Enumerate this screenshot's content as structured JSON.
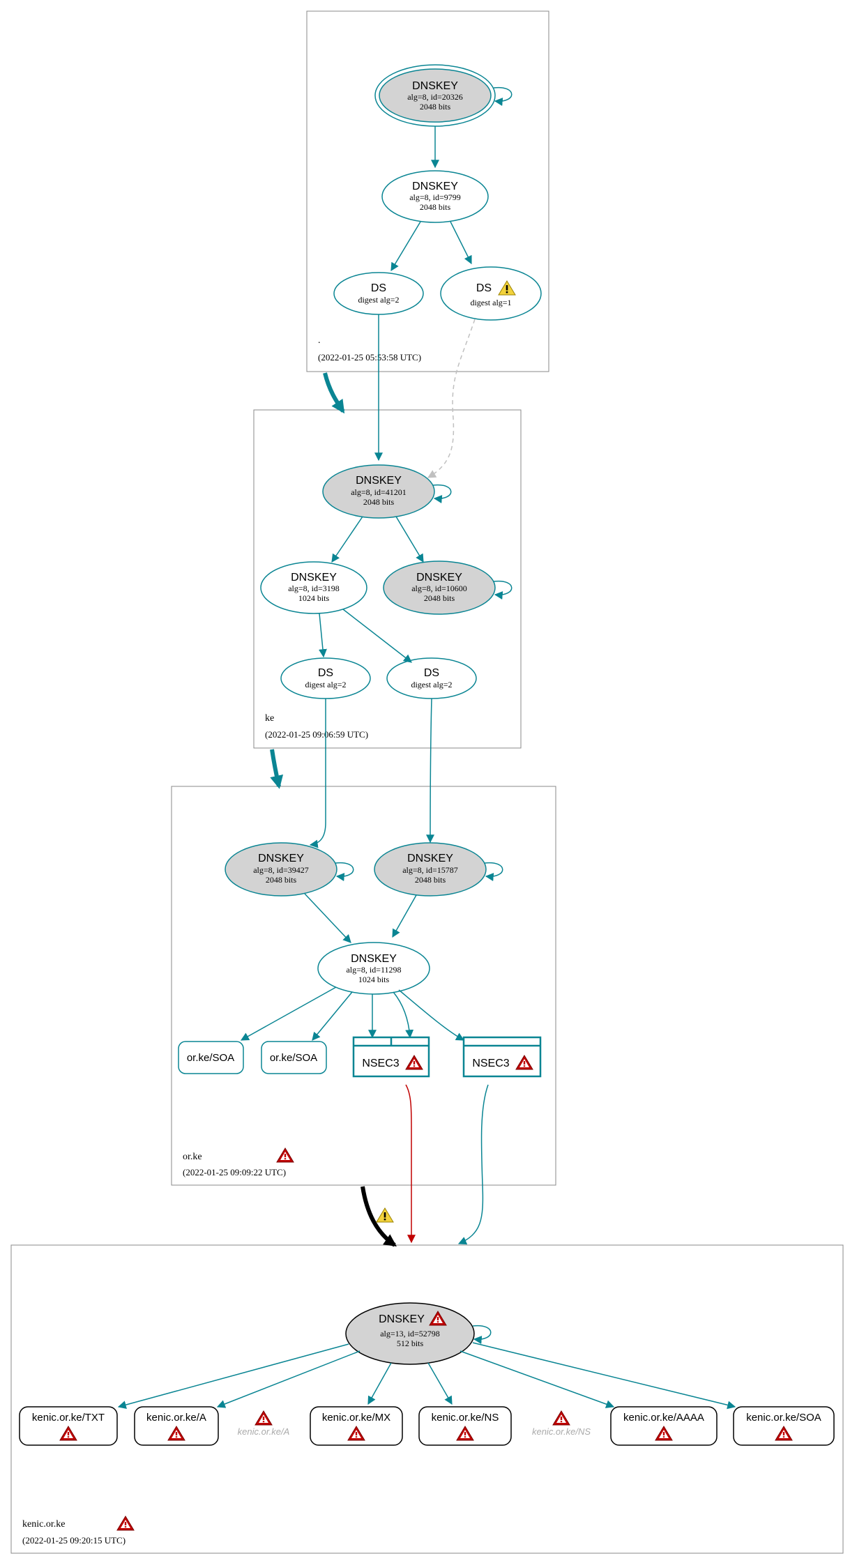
{
  "colors": {
    "edge": "#0a8593",
    "node_stroke": "#0a8593",
    "ksk_fill": "#d3d3d3",
    "error": "#c00000",
    "warning_fill": "#f2d23c",
    "black": "#000000",
    "zone_border": "#888888",
    "dashed": "#c0c0c0",
    "faded_text": "#aaaaaa"
  },
  "zones": {
    "root": {
      "name": ".",
      "timestamp": "(2022-01-25 05:53:58 UTC)"
    },
    "ke": {
      "name": "ke",
      "timestamp": "(2022-01-25 09:06:59 UTC)"
    },
    "orke": {
      "name": "or.ke",
      "timestamp": "(2022-01-25 09:09:22 UTC)",
      "status": "error"
    },
    "kenic": {
      "name": "kenic.or.ke",
      "timestamp": "(2022-01-25 09:20:15 UTC)",
      "status": "error"
    }
  },
  "nodes": {
    "root_ksk": {
      "title": "DNSKEY",
      "line1": "alg=8, id=20326",
      "line2": "2048 bits"
    },
    "root_zsk": {
      "title": "DNSKEY",
      "line1": "alg=8, id=9799",
      "line2": "2048 bits"
    },
    "root_ds_2": {
      "title": "DS",
      "line1": "digest alg=2"
    },
    "root_ds_1": {
      "title": "DS",
      "line1": "digest alg=1",
      "status": "warning"
    },
    "ke_ksk": {
      "title": "DNSKEY",
      "line1": "alg=8, id=41201",
      "line2": "2048 bits"
    },
    "ke_zsk": {
      "title": "DNSKEY",
      "line1": "alg=8, id=3198",
      "line2": "1024 bits"
    },
    "ke_key2": {
      "title": "DNSKEY",
      "line1": "alg=8, id=10600",
      "line2": "2048 bits"
    },
    "ke_ds_a": {
      "title": "DS",
      "line1": "digest alg=2"
    },
    "ke_ds_b": {
      "title": "DS",
      "line1": "digest alg=2"
    },
    "orke_ksk1": {
      "title": "DNSKEY",
      "line1": "alg=8, id=39427",
      "line2": "2048 bits"
    },
    "orke_ksk2": {
      "title": "DNSKEY",
      "line1": "alg=8, id=15787",
      "line2": "2048 bits"
    },
    "orke_zsk": {
      "title": "DNSKEY",
      "line1": "alg=8, id=11298",
      "line2": "1024 bits"
    },
    "orke_soa1": {
      "label": "or.ke/SOA"
    },
    "orke_soa2": {
      "label": "or.ke/SOA"
    },
    "orke_nsec3_a": {
      "label": "NSEC3",
      "status": "error"
    },
    "orke_nsec3_b": {
      "label": "NSEC3",
      "status": "error"
    },
    "kenic_key": {
      "title": "DNSKEY",
      "line1": "alg=13, id=52798",
      "line2": "512 bits",
      "status": "error"
    },
    "kenic_txt": {
      "label": "kenic.or.ke/TXT",
      "status": "error"
    },
    "kenic_a": {
      "label": "kenic.or.ke/A",
      "status": "error"
    },
    "kenic_a_missing": {
      "label": "kenic.or.ke/A",
      "status": "error"
    },
    "kenic_mx": {
      "label": "kenic.or.ke/MX",
      "status": "error"
    },
    "kenic_ns": {
      "label": "kenic.or.ke/NS",
      "status": "error"
    },
    "kenic_ns_missing": {
      "label": "kenic.or.ke/NS",
      "status": "error"
    },
    "kenic_aaaa": {
      "label": "kenic.or.ke/AAAA",
      "status": "error"
    },
    "kenic_soa": {
      "label": "kenic.or.ke/SOA",
      "status": "error"
    }
  },
  "delegations": {
    "root_to_ke": {
      "status": "secure"
    },
    "ke_to_orke": {
      "status": "secure"
    },
    "orke_to_kenic": {
      "status": "warning"
    }
  }
}
